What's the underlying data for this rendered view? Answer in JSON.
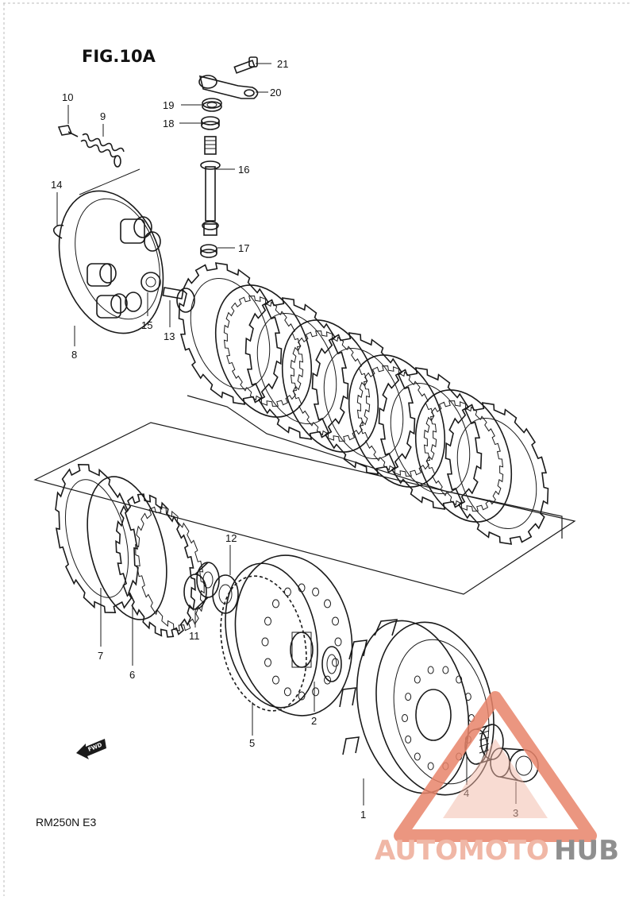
{
  "figure": {
    "title": "FIG.10A",
    "model": "RM250N E3"
  },
  "fwd_arrow": {
    "label": "FWD",
    "icon": "fwd-arrow-icon"
  },
  "watermark": {
    "text_a": "AUTOMOTO",
    "text_b": "HUB",
    "color_a": "#e8846a",
    "color_b": "#7a7a7a"
  },
  "callouts": {
    "c1": "1",
    "c2": "2",
    "c3": "3",
    "c4": "4",
    "c5": "5",
    "c6": "6",
    "c7": "7",
    "c8": "8",
    "c9": "9",
    "c10": "10",
    "c11": "11",
    "c12": "12",
    "c13": "13",
    "c14": "14",
    "c15": "15",
    "c16": "16",
    "c17": "17",
    "c18": "18",
    "c19": "19",
    "c20": "20",
    "c21": "21"
  }
}
